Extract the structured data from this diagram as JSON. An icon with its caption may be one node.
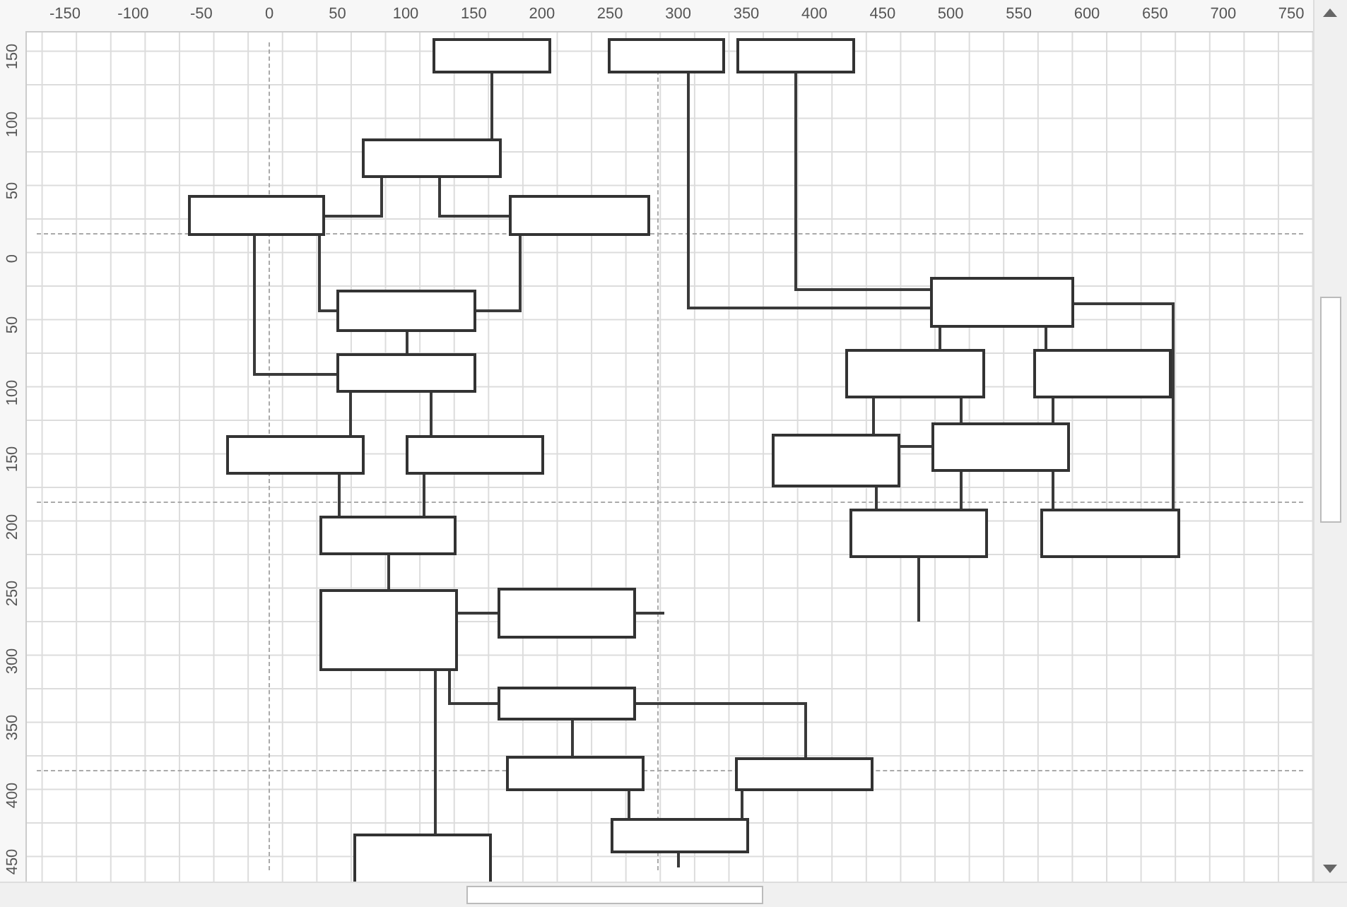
{
  "diagram": {
    "nodes": [
      {
        "text": [],
        "shape": "box"
      },
      {
        "text": [],
        "shape": "box"
      },
      {
        "text": [],
        "shape": "box"
      },
      {
        "text": [],
        "shape": "box"
      },
      {
        "text": [],
        "shape": "box"
      },
      {
        "text": [],
        "shape": "box"
      },
      {
        "text": [],
        "shape": "box"
      },
      {
        "text": [],
        "shape": "box"
      },
      {
        "text": [],
        "shape": "box"
      },
      {
        "text": [],
        "shape": "box"
      },
      {
        "text": [],
        "shape": "box"
      },
      {
        "text": [],
        "shape": "box"
      },
      {
        "text": [],
        "shape": "box"
      },
      {
        "text": [],
        "shape": "box"
      },
      {
        "text": [],
        "shape": "box"
      },
      {
        "text": [],
        "shape": "box"
      },
      {
        "text": [],
        "shape": "box"
      },
      {
        "text": [],
        "shape": "box"
      },
      {
        "text": [],
        "shape": "box"
      },
      {
        "text": [],
        "shape": "box"
      },
      {
        "text": [],
        "shape": "box"
      },
      {
        "text": [],
        "shape": "box"
      },
      {
        "text": [],
        "shape": "box"
      },
      {
        "text": [],
        "shape": "box"
      },
      {
        "text": [],
        "shape": "box"
      }
    ],
    "edges": [
      {
        "from": 0,
        "to": 3,
        "arrow": "none"
      },
      {
        "from": 3,
        "to": 4,
        "arrow": "none"
      },
      {
        "from": 3,
        "to": 5,
        "arrow": "none"
      },
      {
        "from": 4,
        "to": 6,
        "arrow": "none"
      },
      {
        "from": 4,
        "to": 7,
        "arrow": "none"
      },
      {
        "from": 5,
        "to": 6,
        "arrow": "none"
      },
      {
        "from": 6,
        "to": 7,
        "arrow": "none"
      },
      {
        "from": 7,
        "to": 8,
        "arrow": "none"
      },
      {
        "from": 7,
        "to": 9,
        "arrow": "none"
      },
      {
        "from": 8,
        "to": 10,
        "arrow": "none"
      },
      {
        "from": 9,
        "to": 10,
        "arrow": "none"
      },
      {
        "from": 10,
        "to": 18,
        "arrow": "none"
      },
      {
        "from": 18,
        "to": 19,
        "arrow": "none"
      },
      {
        "from": 18,
        "to": 20,
        "arrow": "none"
      },
      {
        "from": 18,
        "to": 24,
        "arrow": "none"
      },
      {
        "from": 19,
        "to": null,
        "arrow": "none"
      },
      {
        "from": 20,
        "to": 21,
        "arrow": "none"
      },
      {
        "from": 20,
        "to": 22,
        "arrow": "none"
      },
      {
        "from": 21,
        "to": 23,
        "arrow": "none"
      },
      {
        "from": 22,
        "to": 23,
        "arrow": "none"
      },
      {
        "from": 23,
        "to": null,
        "arrow": "none"
      },
      {
        "from": 1,
        "to": 11,
        "arrow": "none"
      },
      {
        "from": 2,
        "to": 11,
        "arrow": "none"
      },
      {
        "from": 11,
        "to": 12,
        "arrow": "none"
      },
      {
        "from": 11,
        "to": 13,
        "arrow": "none"
      },
      {
        "from": 11,
        "to": 17,
        "arrow": "none"
      },
      {
        "from": 12,
        "to": 14,
        "arrow": "none"
      },
      {
        "from": 12,
        "to": 15,
        "arrow": "none"
      },
      {
        "from": 13,
        "to": 15,
        "arrow": "none"
      },
      {
        "from": 15,
        "to": 14,
        "arrow": "none"
      },
      {
        "from": 14,
        "to": 16,
        "arrow": "none"
      },
      {
        "from": 15,
        "to": 16,
        "arrow": "none"
      },
      {
        "from": 15,
        "to": 17,
        "arrow": "none"
      },
      {
        "from": 16,
        "to": null,
        "arrow": "none"
      }
    ],
    "labels": [
      "-150",
      "-100",
      "-50",
      "0",
      "50",
      "100",
      "150",
      "200",
      "250",
      "300",
      "350",
      "400",
      "450",
      "500",
      "550",
      "600",
      "650",
      "700",
      "750",
      "150",
      "100",
      "50",
      "0",
      "50",
      "100",
      "150",
      "200",
      "250",
      "300",
      "350",
      "400",
      "450"
    ]
  }
}
